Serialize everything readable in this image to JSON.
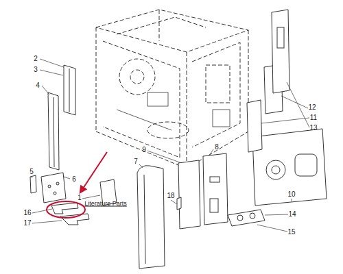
{
  "diagram": {
    "labels": [
      "2",
      "3",
      "4",
      "5",
      "6",
      "16",
      "17",
      "1",
      "Literature Parts",
      "7",
      "9",
      "18",
      "8",
      "13",
      "12",
      "11",
      "10",
      "14",
      "15"
    ]
  }
}
